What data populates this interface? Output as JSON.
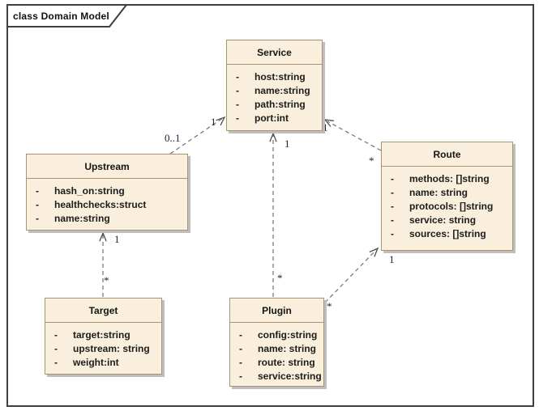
{
  "diagram": {
    "frame_label": "class Domain Model",
    "visibility_marker": "-",
    "colors": {
      "class_fill": "#F9EFDC",
      "class_border": "#A59572",
      "frame_border": "#3F3F3F",
      "connector": "#707070",
      "multiplicity_text": "#23233F"
    }
  },
  "classes": [
    {
      "name": "Service",
      "attributes": [
        "host:string",
        "name:string",
        "path:string",
        "port:int"
      ]
    },
    {
      "name": "Upstream",
      "attributes": [
        "hash_on:string",
        "healthchecks:struct",
        "name:string"
      ]
    },
    {
      "name": "Route",
      "attributes": [
        "methods: []string",
        "name: string",
        "protocols: []string",
        "service: string",
        "sources: []string"
      ]
    },
    {
      "name": "Target",
      "attributes": [
        "target:string",
        "upstream: string",
        "weight:int"
      ]
    },
    {
      "name": "Plugin",
      "attributes": [
        "config:string",
        "name: string",
        "route: string",
        "service:string"
      ]
    }
  ],
  "relationships": [
    {
      "from": "Upstream",
      "to": "Service",
      "from_multiplicity": "0..1",
      "to_multiplicity": "1",
      "style": "dashed-open-arrow"
    },
    {
      "from": "Target",
      "to": "Upstream",
      "from_multiplicity": "*",
      "to_multiplicity": "1",
      "style": "dashed-open-arrow"
    },
    {
      "from": "Plugin",
      "to": "Service",
      "from_multiplicity": "*",
      "to_multiplicity": "1",
      "style": "dashed-open-arrow"
    },
    {
      "from": "Plugin",
      "to": "Route",
      "from_multiplicity": "*",
      "to_multiplicity": "1",
      "style": "dashed-open-arrow"
    },
    {
      "from": "Route",
      "to": "Service",
      "from_multiplicity": "*",
      "to_multiplicity": "1",
      "style": "dashed-open-arrow"
    }
  ]
}
